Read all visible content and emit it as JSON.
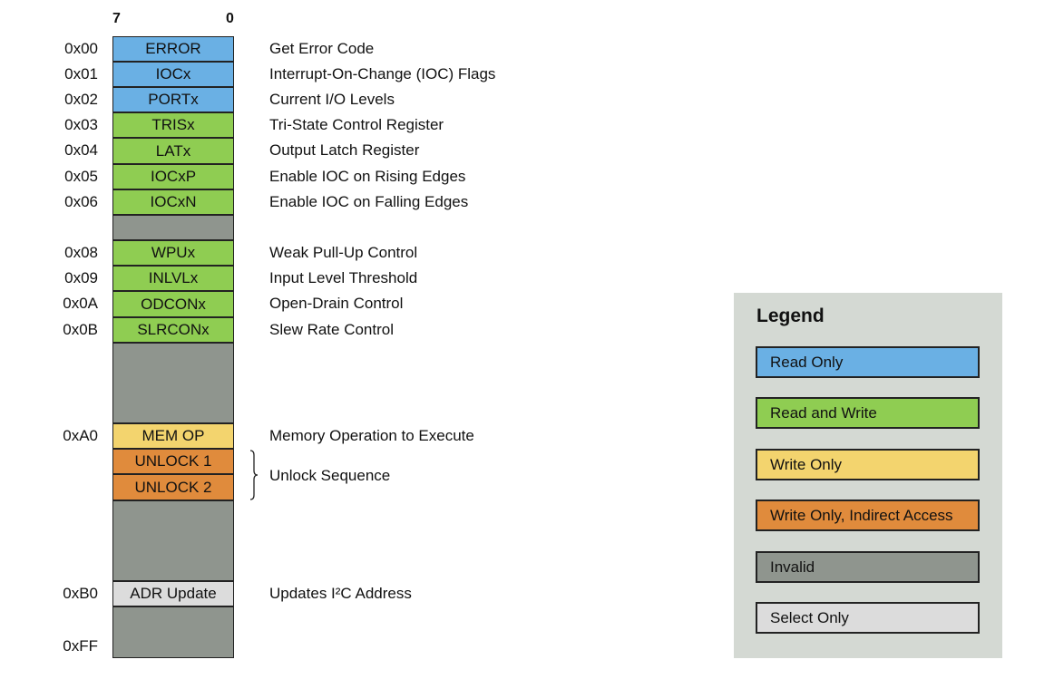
{
  "bits": {
    "high": "7",
    "low": "0"
  },
  "colors": {
    "read_only": "#6ab0e4",
    "read_write": "#8fcd52",
    "write_only": "#f3d46e",
    "write_only_indirect": "#e08b3c",
    "invalid": "#8f958e",
    "select_only": "#dcdcdc",
    "legend_bg": "#d4d9d3"
  },
  "registers": [
    {
      "address": "0x00",
      "name": "ERROR",
      "description": "Get Error Code",
      "access": "read_only"
    },
    {
      "address": "0x01",
      "name": "IOCx",
      "description": "Interrupt-On-Change (IOC) Flags",
      "access": "read_only"
    },
    {
      "address": "0x02",
      "name": "PORTx",
      "description": "Current I/O Levels",
      "access": "read_only"
    },
    {
      "address": "0x03",
      "name": "TRISx",
      "description": "Tri-State Control Register",
      "access": "read_write"
    },
    {
      "address": "0x04",
      "name": "LATx",
      "description": "Output Latch Register",
      "access": "read_write"
    },
    {
      "address": "0x05",
      "name": "IOCxP",
      "description": "Enable IOC on Rising Edges",
      "access": "read_write"
    },
    {
      "address": "0x06",
      "name": "IOCxN",
      "description": "Enable IOC on Falling Edges",
      "access": "read_write"
    },
    {
      "address": "",
      "name": "",
      "description": "",
      "access": "invalid"
    },
    {
      "address": "0x08",
      "name": "WPUx",
      "description": "Weak Pull-Up Control",
      "access": "read_write"
    },
    {
      "address": "0x09",
      "name": "INLVLx",
      "description": "Input Level Threshold",
      "access": "read_write"
    },
    {
      "address": "0x0A",
      "name": "ODCONx",
      "description": "Open-Drain Control",
      "access": "read_write"
    },
    {
      "address": "0x0B",
      "name": "SLRCONx",
      "description": "Slew Rate Control",
      "access": "read_write"
    },
    {
      "address": "",
      "name": "",
      "description": "",
      "access": "invalid"
    },
    {
      "address": "0xA0",
      "name": "MEM OP",
      "description": "Memory Operation to Execute",
      "access": "write_only"
    },
    {
      "address": "",
      "name": "UNLOCK 1",
      "description": "",
      "access": "write_only_indirect"
    },
    {
      "address": "",
      "name": "UNLOCK 2",
      "description": "",
      "access": "write_only_indirect"
    },
    {
      "address": "",
      "name": "",
      "description": "",
      "access": "invalid"
    },
    {
      "address": "0xB0",
      "name": "ADR Update",
      "description": "Updates I²C Address",
      "access": "select_only"
    },
    {
      "address": "0xFF",
      "name": "",
      "description": "",
      "access": "invalid"
    }
  ],
  "group_label": "Unlock Sequence",
  "legend": {
    "title": "Legend",
    "items": [
      {
        "label": "Read Only",
        "access": "read_only"
      },
      {
        "label": "Read and Write",
        "access": "read_write"
      },
      {
        "label": "Write Only",
        "access": "write_only"
      },
      {
        "label": "Write Only, Indirect Access",
        "access": "write_only_indirect"
      },
      {
        "label": "Invalid",
        "access": "invalid"
      },
      {
        "label": "Select Only",
        "access": "select_only"
      }
    ]
  }
}
